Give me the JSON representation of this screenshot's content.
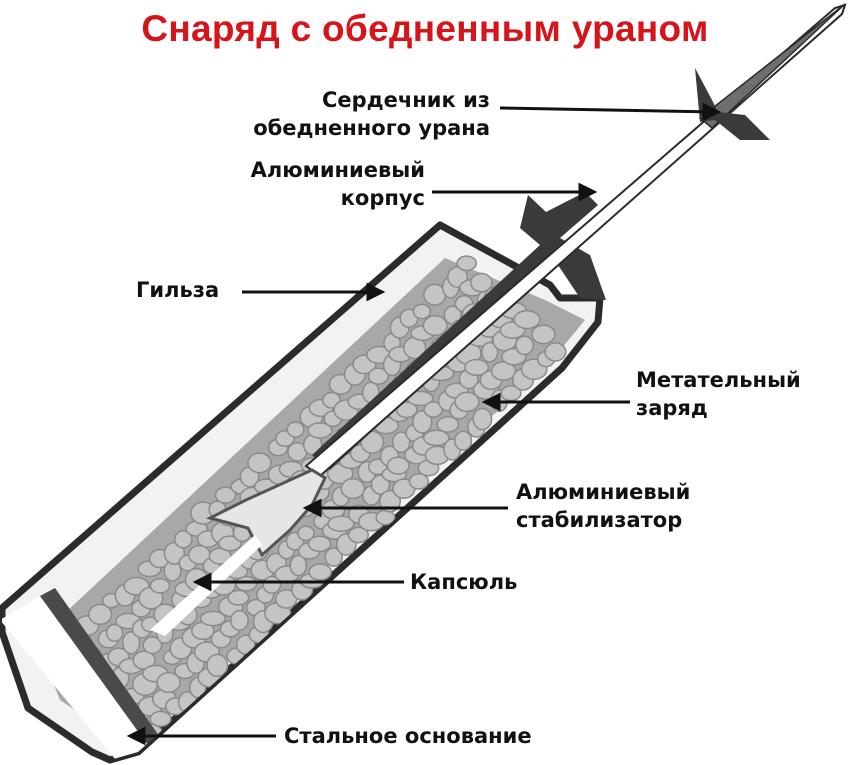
{
  "title": "Снаряд с обедненным ураном",
  "colors": {
    "title": "#d8141b",
    "text": "#111111",
    "outline": "#2b2b2b",
    "dark": "#3a3a3a",
    "fill": "#9a9a9a",
    "pellet": "#c4c4c4",
    "white": "#ffffff"
  },
  "labels": {
    "core_line1": "Сердечник из",
    "core_line2": "обедненного урана",
    "body_line1": "Алюминиевый",
    "body_line2": "корпус",
    "case": "Гильза",
    "charge_line1": "Метательный",
    "charge_line2": "заряд",
    "stabilizer_line1": "Алюминиевый",
    "stabilizer_line2": "стабилизатор",
    "primer": "Капсюль",
    "base": "Стальное основание"
  }
}
